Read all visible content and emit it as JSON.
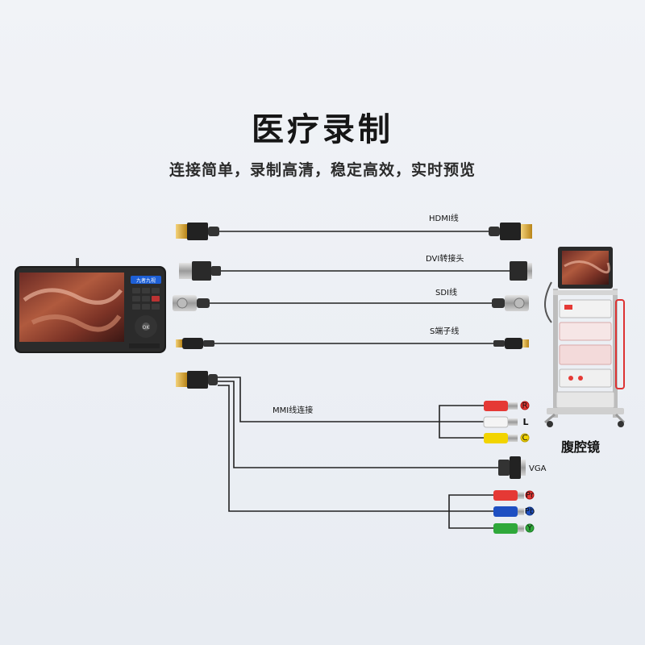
{
  "page": {
    "title": "医疗录制",
    "subtitle": "连接简单，录制高清，稳定高效，实时预览"
  },
  "device": {
    "brand": "九者九视"
  },
  "cables": {
    "hdmi": "HDMI线",
    "dvi": "DVI转接头",
    "sdi": "SDI线",
    "s_terminal": "S端子线",
    "mmi": "MMI线连接",
    "vga": "VGA"
  },
  "av_plugs": {
    "r": "R",
    "l": "L",
    "c": "C"
  },
  "component_plugs": {
    "pr": "Pr",
    "pb": "Pb",
    "y": "Y"
  },
  "equipment": {
    "label": "腹腔镜"
  },
  "colors": {
    "red": "#e53935",
    "white": "#f4f4f4",
    "yellow": "#f2d400",
    "blue": "#1e4fc2",
    "green": "#2fa83a",
    "gold": "#d9a321",
    "line": "#222222"
  }
}
